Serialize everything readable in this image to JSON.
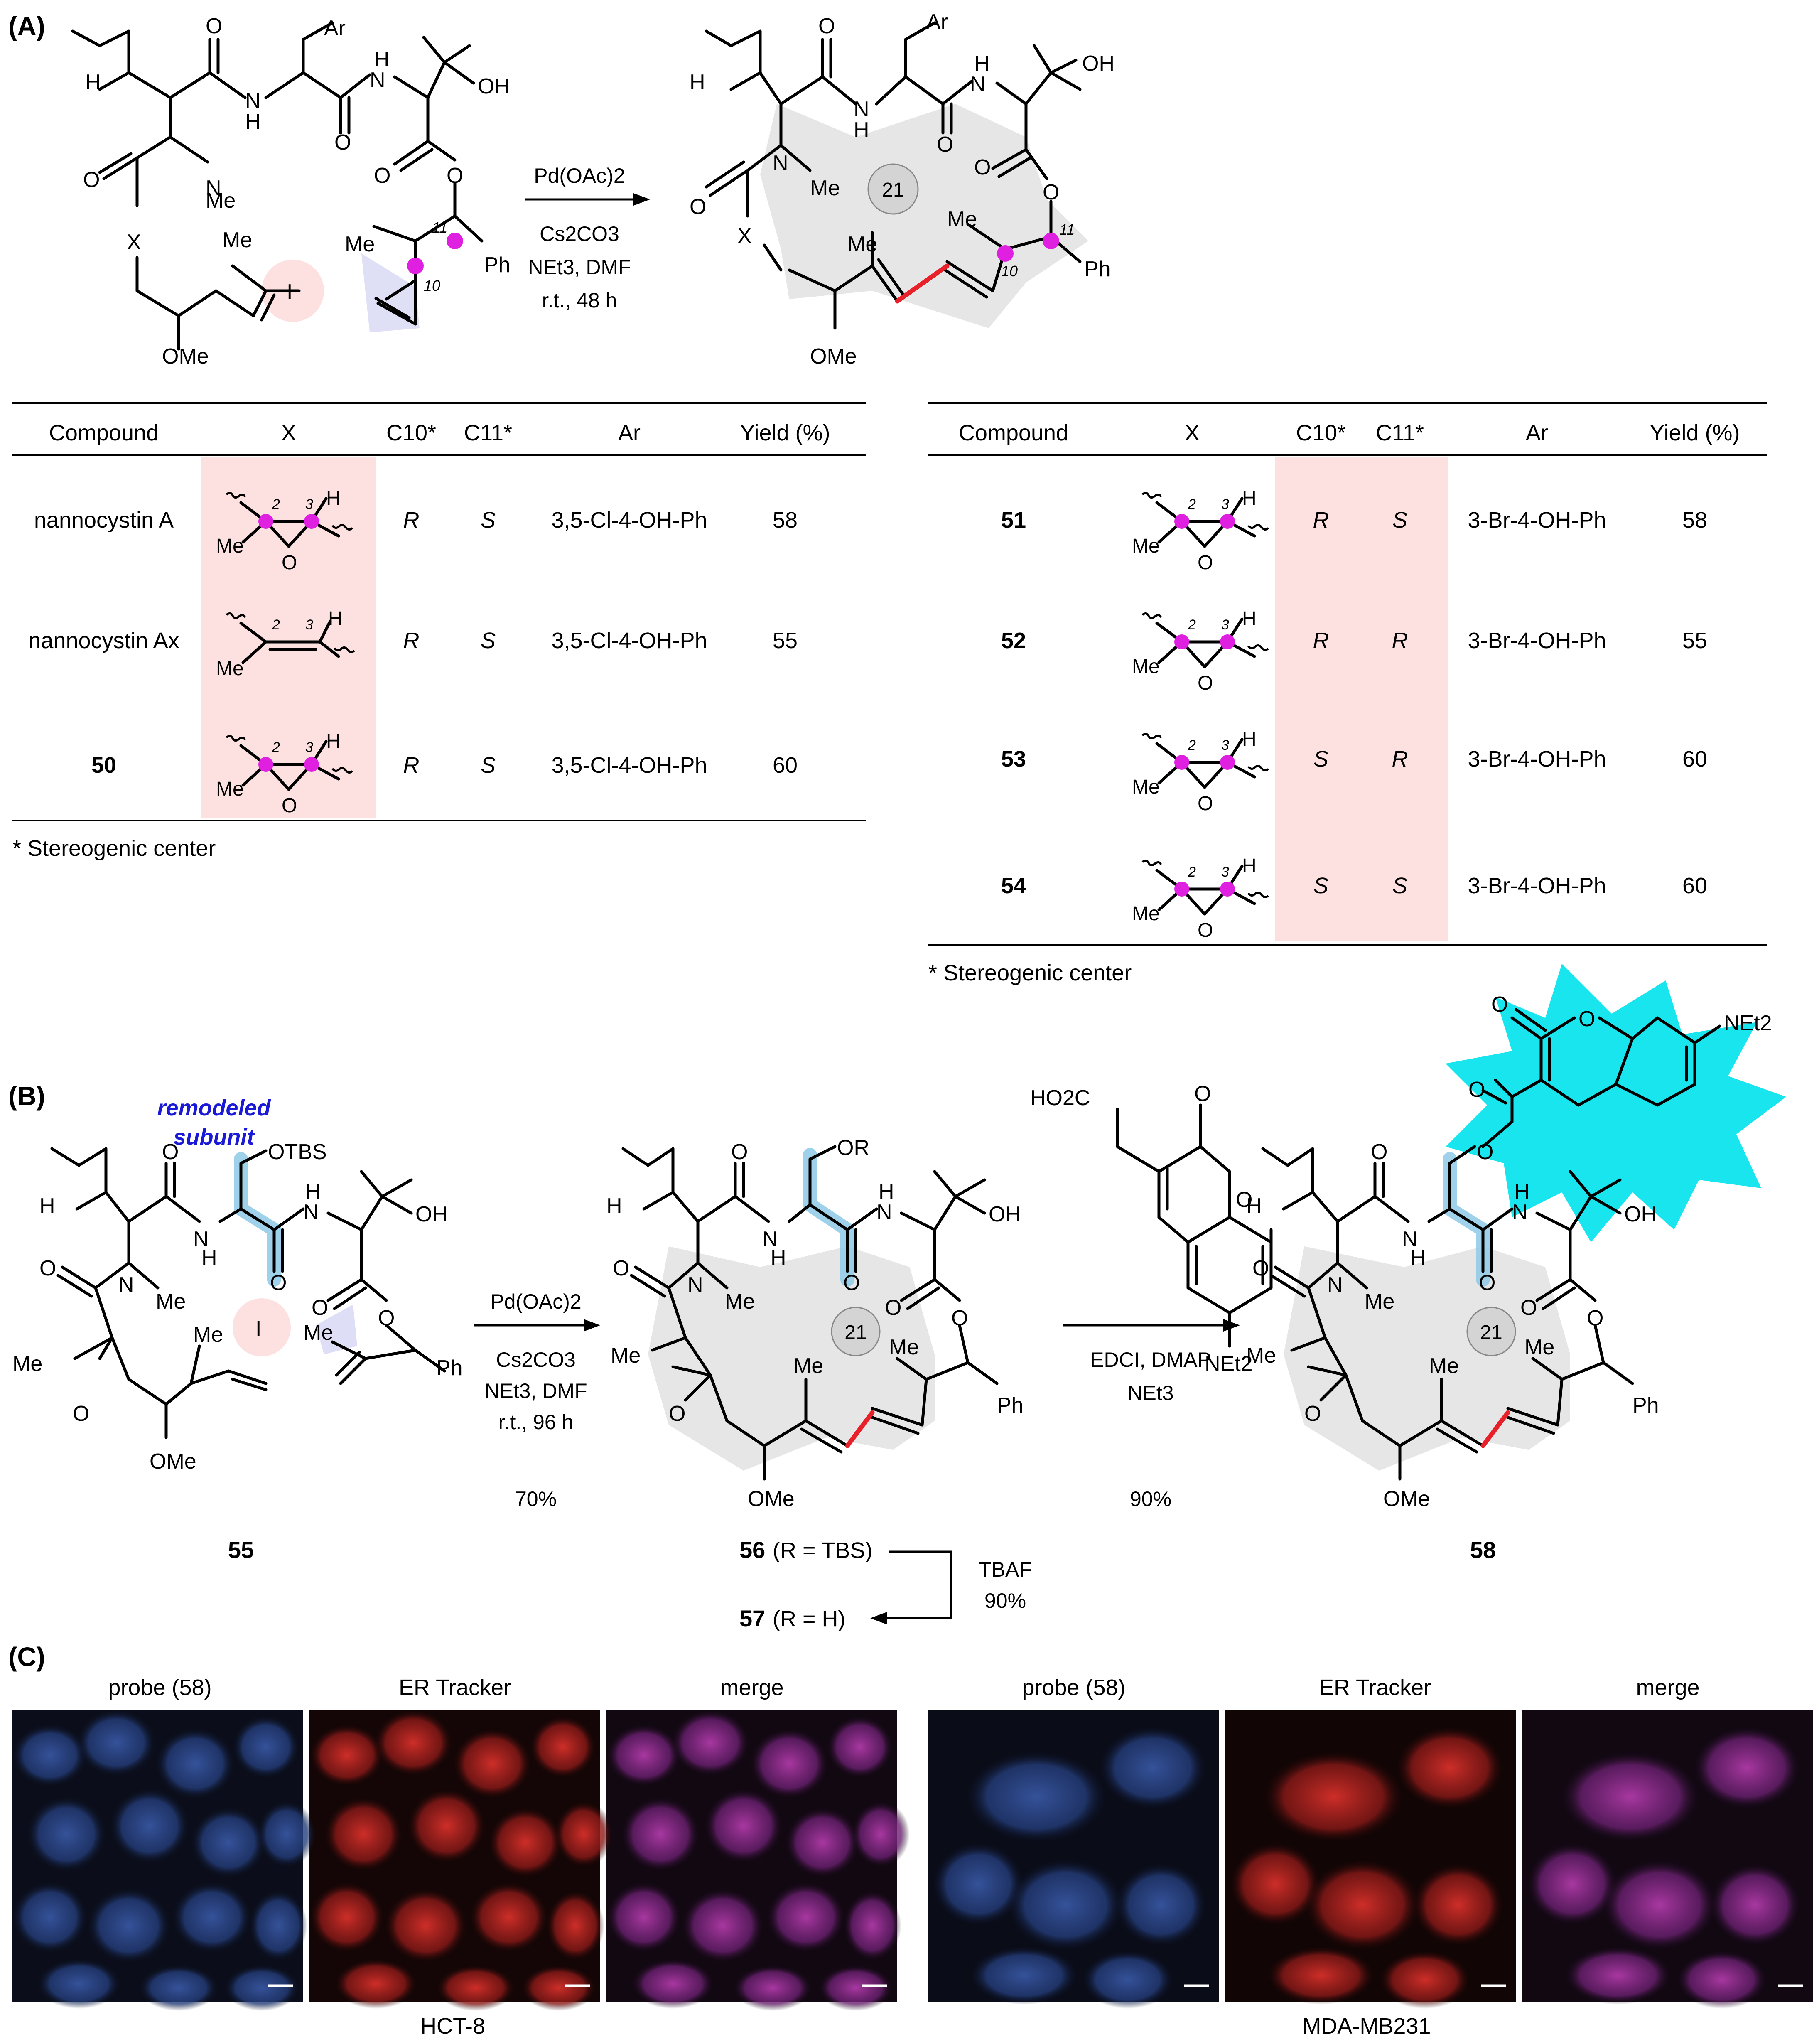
{
  "panel_labels": {
    "a": "(A)",
    "b": "(B)",
    "c": "(C)"
  },
  "colors": {
    "magenta": "#e020e0",
    "pink_bg": "#fde0e0",
    "lavender_bg": "#dcdcf5",
    "gray_ring": "#e6e6e6",
    "red_bond": "#e8202a",
    "blue_highlight": "#8ecae6",
    "cyan_star": "#19e5ee",
    "remodeled_text": "#1a1ad6"
  },
  "atoms": {
    "Ar": "Ar",
    "O": "O",
    "N": "N",
    "H": "H",
    "Me": "Me",
    "OH": "OH",
    "X": "X",
    "I": "I",
    "OMe": "OMe",
    "Ph": "Ph",
    "OTBS": "OTBS",
    "OR": "OR",
    "HO2C": "HO2C",
    "NEt2": "NEt2",
    "c10": "10",
    "c11": "11",
    "c2": "2",
    "c3": "3"
  },
  "ring_size": "21",
  "reaction_a": {
    "line1": "Pd(OAc)2",
    "line2": "Cs2CO3",
    "line3": "NEt3, DMF",
    "line4": "r.t., 48 h"
  },
  "table_left": {
    "headers": [
      "Compound",
      "X",
      "C10*",
      "C11*",
      "Ar",
      "Yield (%)"
    ],
    "rows": [
      {
        "compound": "nannocystin A",
        "c10": "R",
        "c11": "S",
        "ar": "3,5-Cl-4-OH-Ph",
        "yield": "58"
      },
      {
        "compound": "nannocystin Ax",
        "c10": "R",
        "c11": "S",
        "ar": "3,5-Cl-4-OH-Ph",
        "yield": "55"
      },
      {
        "compound": "50",
        "c10": "R",
        "c11": "S",
        "ar": "3,5-Cl-4-OH-Ph",
        "yield": "60"
      }
    ],
    "footnote": "* Stereogenic center"
  },
  "table_right": {
    "headers": [
      "Compound",
      "X",
      "C10*",
      "C11*",
      "Ar",
      "Yield (%)"
    ],
    "rows": [
      {
        "compound": "51",
        "c10": "R",
        "c11": "S",
        "ar": "3-Br-4-OH-Ph",
        "yield": "58"
      },
      {
        "compound": "52",
        "c10": "R",
        "c11": "R",
        "ar": "3-Br-4-OH-Ph",
        "yield": "55"
      },
      {
        "compound": "53",
        "c10": "S",
        "c11": "R",
        "ar": "3-Br-4-OH-Ph",
        "yield": "60"
      },
      {
        "compound": "54",
        "c10": "S",
        "c11": "S",
        "ar": "3-Br-4-OH-Ph",
        "yield": "60"
      }
    ],
    "footnote": "* Stereogenic center"
  },
  "panel_b": {
    "remodeled_1": "remodeled",
    "remodeled_2": "subunit",
    "step1": {
      "line1": "Pd(OAc)2",
      "line2": "Cs2CO3",
      "line3": "NEt3, DMF",
      "line4": "r.t., 96 h",
      "yield": "70%"
    },
    "step2": {
      "line1": "EDCI, DMAP",
      "line2": "NEt3",
      "yield": "90%"
    },
    "compound_55": "55",
    "compound_56": "56",
    "compound_56_suffix": "(R = TBS)",
    "compound_57": "57",
    "compound_57_suffix": "(R = H)",
    "compound_58": "58",
    "tbaf_1": "TBAF",
    "tbaf_2": "90%"
  },
  "panel_c": {
    "left": {
      "labels": [
        "probe (58)",
        "ER Tracker",
        "merge"
      ],
      "cell_line": "HCT-8"
    },
    "right": {
      "labels": [
        "probe (58)",
        "ER Tracker",
        "merge"
      ],
      "cell_line": "MDA-MB231"
    }
  }
}
